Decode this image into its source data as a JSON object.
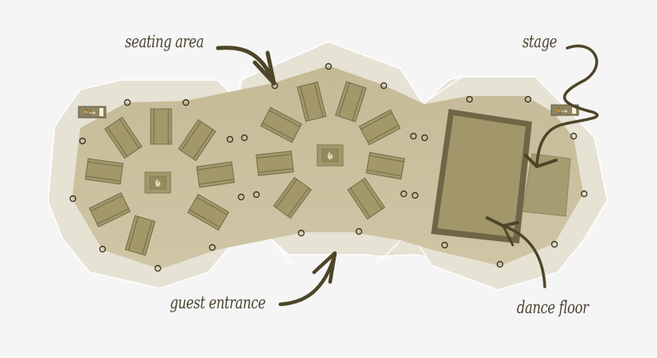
{
  "diagram": {
    "type": "event-floor-plan",
    "colors": {
      "background": "#f5f5f5",
      "outer_zone": "#e6e2d4",
      "inner_floor": "#c9bf9c",
      "table_fill": "#a29869",
      "table_stroke": "#726a48",
      "dance_floor_fill": "#a2976a",
      "dance_floor_border": "#6e6647",
      "stage_fill": "#a59c72",
      "post_stroke": "#3f3926",
      "arrow": "#4e4529",
      "label_text": "#4a4330"
    },
    "labels": {
      "seating_area": "seating area",
      "stage": "stage",
      "guest_entrance": "guest entrance",
      "dance_floor": "dance floor"
    },
    "exit_signs": [
      {
        "id": "exit-left",
        "icon": "running-man-exit-icon",
        "arrow": "→"
      },
      {
        "id": "exit-right",
        "icon": "running-man-exit-icon",
        "arrow": "→"
      }
    ],
    "seating_clusters": [
      {
        "id": "cluster-left",
        "tables": 8,
        "center_feature": "fire-pit-icon"
      },
      {
        "id": "cluster-middle",
        "tables": 8,
        "center_feature": "fire-pit-icon"
      }
    ],
    "areas": [
      "seating area",
      "stage",
      "guest entrance",
      "dance floor"
    ]
  }
}
